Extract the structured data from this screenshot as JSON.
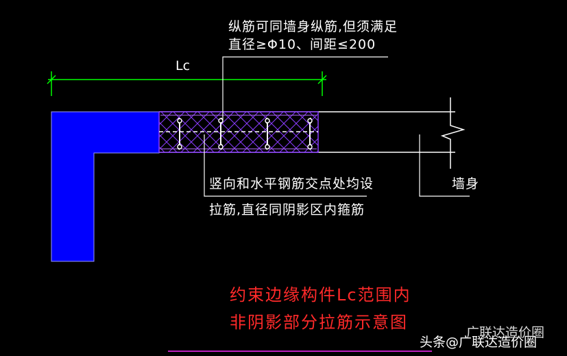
{
  "labels": {
    "dimension": "Lc",
    "top_note_line1": "纵筋可同墙身纵筋,但须满足",
    "top_note_line2": "直径≥Φ10、间距≤200",
    "mid_note_line1": "竖向和水平钢筋交点处均设",
    "mid_note_line2": "拉筋,直径同阴影区内箍筋",
    "wall_label": "墙身"
  },
  "caption": {
    "line1": "约束边缘构件Lc范围内",
    "line2": "非阴影部分拉筋示意图"
  },
  "watermark": {
    "prefix": "头条",
    "handle": "@广联达造价圈",
    "overlay": "广联达造价圈"
  },
  "colors": {
    "background": "#000000",
    "column_fill": "#0000ff",
    "dimension_line": "#00ff00",
    "leader_line": "#ffffff",
    "hatch": "#8a3cff",
    "rebar": "#ffffff",
    "caption": "#ff2a2a",
    "caption_underline": "#ff2bff"
  }
}
